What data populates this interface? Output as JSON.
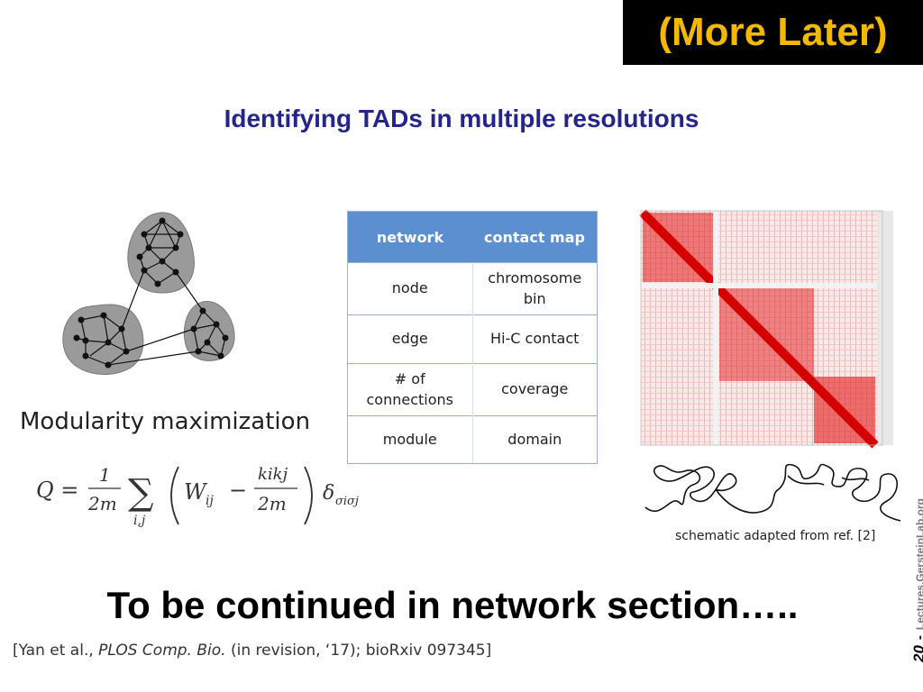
{
  "badge": "(More Later)",
  "title": "Identifying TADs in multiple resolutions",
  "modularity_caption": "Modularity maximization",
  "formula": {
    "lhs": "Q =",
    "frac1_num": "1",
    "frac1_den": "2m",
    "sum": "∑",
    "sum_sub": "i,j",
    "w": "W",
    "w_sub": "ij",
    "minus": "−",
    "frac2_num": "kikj",
    "frac2_den": "2m",
    "delta": "δ",
    "delta_sub": "σiσj"
  },
  "table": {
    "headers": [
      "network",
      "contact map"
    ],
    "rows": [
      [
        "node",
        "chromosome\nbin"
      ],
      [
        "edge",
        "Hi-C contact"
      ],
      [
        "# of\nconnections",
        "coverage"
      ],
      [
        "module",
        "domain"
      ]
    ]
  },
  "schematic_caption": "schematic adapted from ref. [2]",
  "continued": "To be continued in network section…..",
  "citation": {
    "prefix": "[Yan et al., ",
    "journal": "PLOS Comp. Bio.",
    "suffix": " (in revision, ‘17); bioRxiv 097345]"
  },
  "side": {
    "page": "20",
    "dash": "-",
    "site": "Lectures.GersteinLab.org"
  }
}
